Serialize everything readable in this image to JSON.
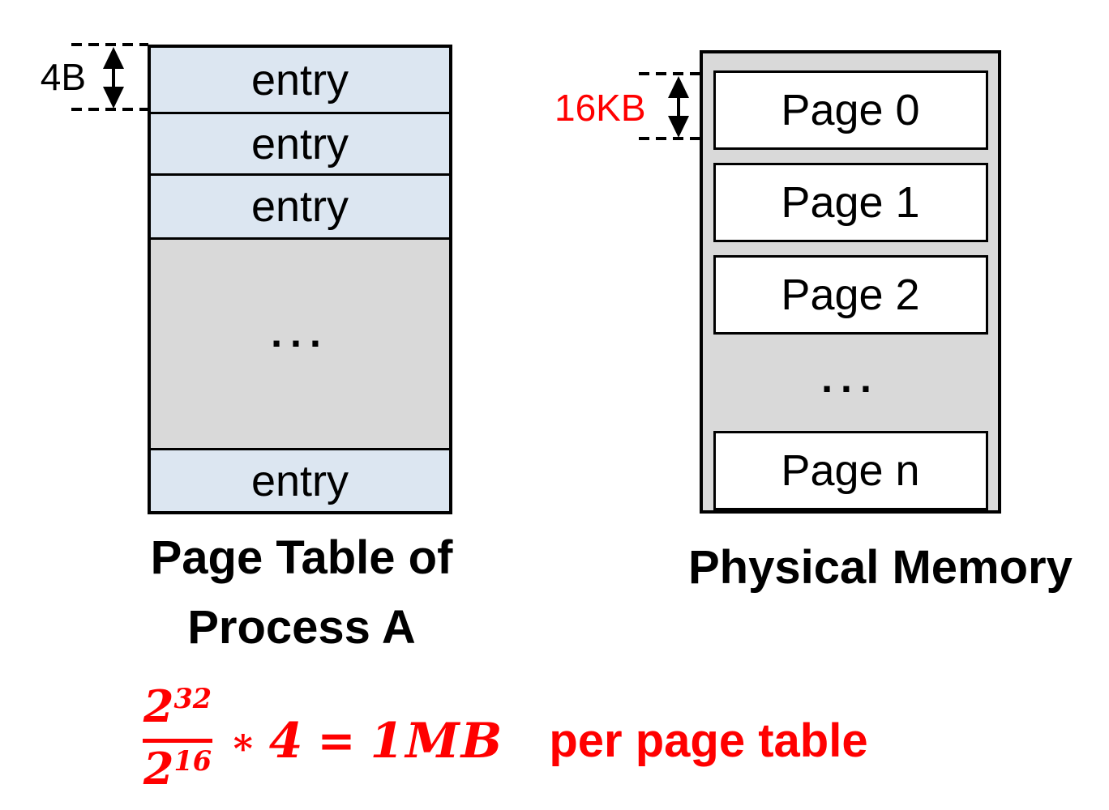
{
  "page_table": {
    "size_label": "4B",
    "entries": [
      "entry",
      "entry",
      "entry"
    ],
    "ellipsis": "...",
    "bottom_entry": "entry",
    "title_line1": "Page Table of",
    "title_line2": "Process A"
  },
  "physical_memory": {
    "size_label": "16KB",
    "pages": [
      "Page 0",
      "Page 1",
      "Page 2"
    ],
    "ellipsis": "...",
    "last_page": "Page n",
    "title": "Physical Memory"
  },
  "formula": {
    "numerator_base": "2",
    "numerator_exponent": "32",
    "denominator_base": "2",
    "denominator_exponent": "16",
    "operator": "∗",
    "multiplier": "4",
    "equals": "=",
    "result": "1MB",
    "suffix": "per page table"
  },
  "colors": {
    "entry_fill": "#dce6f1",
    "panel_gray": "#d9d9d9",
    "annotation_red": "#ff0000",
    "line_black": "#000000"
  }
}
